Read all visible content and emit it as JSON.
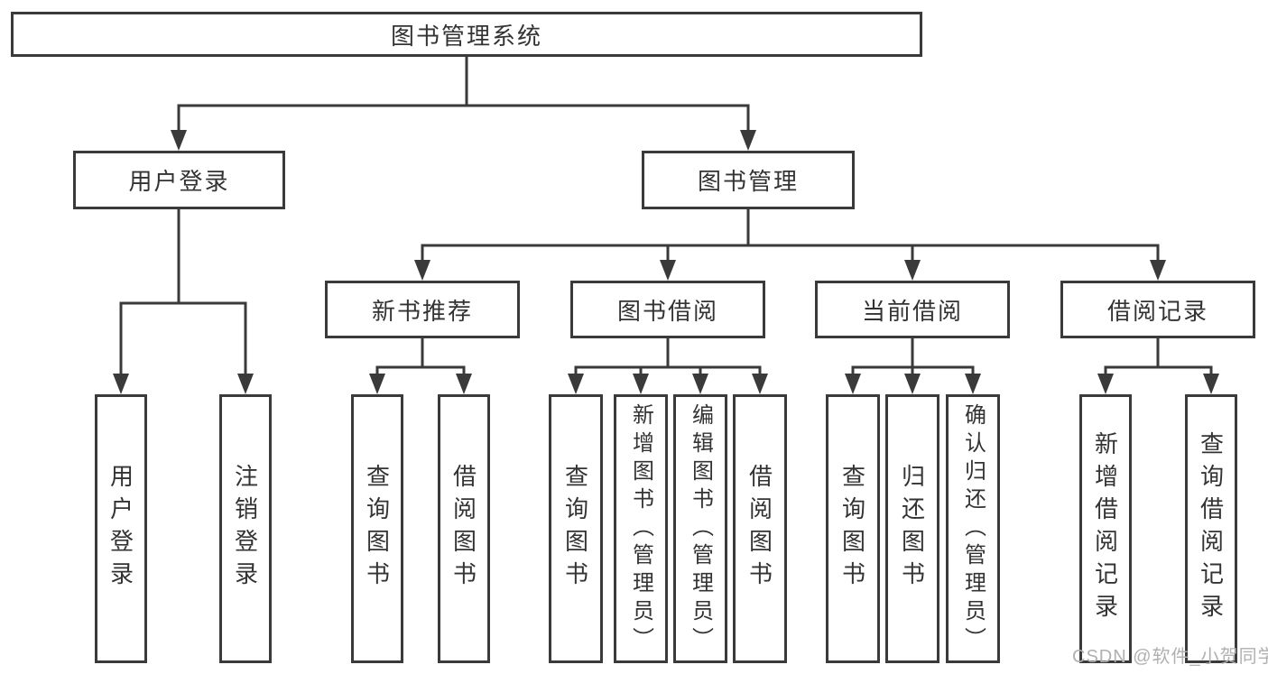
{
  "diagram": {
    "type": "hierarchy-tree",
    "colors": {
      "line": "#3a3a3a",
      "text": "#333333",
      "wm": "#b0b0b0",
      "bg": "#ffffff"
    }
  },
  "tree": {
    "root": {
      "label": "图书管理系统",
      "children": [
        {
          "label": "用户登录",
          "children": [
            {
              "label": "用户登录"
            },
            {
              "label": "注销登录"
            }
          ]
        },
        {
          "label": "图书管理",
          "children": [
            {
              "label": "新书推荐",
              "children": [
                {
                  "label": "查询图书"
                },
                {
                  "label": "借阅图书"
                }
              ]
            },
            {
              "label": "图书借阅",
              "children": [
                {
                  "label": "查询图书"
                },
                {
                  "label": "新增图书（管理员）"
                },
                {
                  "label": "编辑图书（管理员）"
                },
                {
                  "label": "借阅图书"
                }
              ]
            },
            {
              "label": "当前借阅",
              "children": [
                {
                  "label": "查询图书"
                },
                {
                  "label": "归还图书"
                },
                {
                  "label": "确认归还（管理员）"
                }
              ]
            },
            {
              "label": "借阅记录",
              "children": [
                {
                  "label": "新增借阅记录"
                },
                {
                  "label": "查询借阅记录"
                }
              ]
            }
          ]
        }
      ]
    }
  },
  "watermark": {
    "text": "CSDN @软件_小贺同学"
  }
}
